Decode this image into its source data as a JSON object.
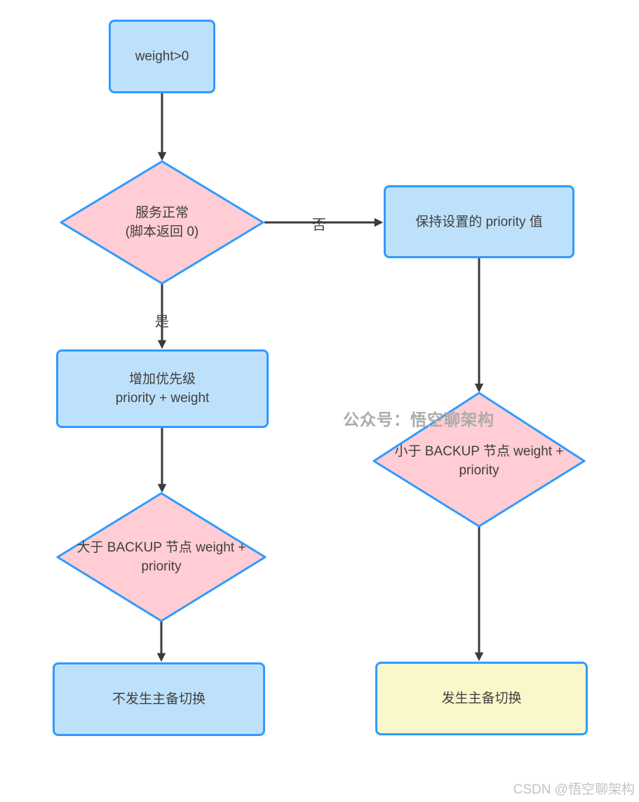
{
  "colors": {
    "node_border": "#2F9BFF",
    "process_fill": "#BEE1FB",
    "decision_fill": "#FFCDD3",
    "result_fill": "#FAF7CB",
    "arrow": "#3B3B3B",
    "node_text": "#3F3F3F",
    "watermark_text_color": "#ABABAB",
    "credit_text_color": "#C3C3C3"
  },
  "flowchart": {
    "nodes": {
      "weight": {
        "label": "weight>0"
      },
      "service_normal": {
        "label": "服务正常\n(脚本返回 0)"
      },
      "keep_priority": {
        "label": "保持设置的 priority 值"
      },
      "increase_priority": {
        "label": "增加优先级\npriority + weight"
      },
      "greater_than_backup": {
        "label": "大于 BACKUP 节点 weight +\npriority"
      },
      "less_than_backup": {
        "label": "小于 BACKUP 节点 weight +\npriority"
      },
      "no_failover": {
        "label": "不发生主备切换"
      },
      "failover": {
        "label": "发生主备切换"
      }
    },
    "edge_labels": {
      "no": "否",
      "yes": "是"
    },
    "watermark": "公众号：悟空聊架构",
    "credit": "CSDN @悟空聊架构"
  }
}
